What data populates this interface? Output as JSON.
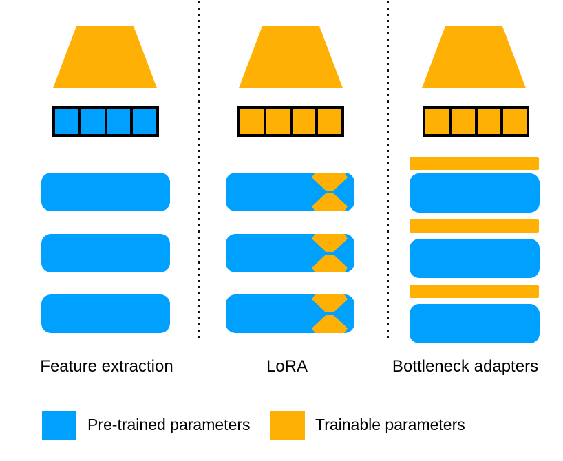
{
  "colors": {
    "pretrained": "#00A0FF",
    "trainable": "#FFB005"
  },
  "columns": [
    {
      "id": "feature-extraction",
      "label": "Feature extraction",
      "head_shape": "trapezoid",
      "head_role": "trainable",
      "embedding_cells": 4,
      "embedding_role": "pretrained",
      "layers": [
        "pretrained",
        "pretrained",
        "pretrained"
      ]
    },
    {
      "id": "lora",
      "label": "LoRA",
      "head_shape": "trapezoid",
      "head_role": "trainable",
      "embedding_cells": 4,
      "embedding_role": "trainable",
      "layers": [
        "pretrained+lora-adapter",
        "pretrained+lora-adapter",
        "pretrained+lora-adapter"
      ]
    },
    {
      "id": "bottleneck-adapters",
      "label": "Bottleneck adapters",
      "head_shape": "trapezoid",
      "head_role": "trainable",
      "embedding_cells": 4,
      "embedding_role": "trainable",
      "layers": [
        "adapter",
        "pretrained",
        "adapter",
        "pretrained",
        "adapter",
        "pretrained"
      ]
    }
  ],
  "legend": [
    {
      "label": "Pre-trained parameters",
      "color": "#00A0FF"
    },
    {
      "label": "Trainable parameters",
      "color": "#FFB005"
    }
  ]
}
